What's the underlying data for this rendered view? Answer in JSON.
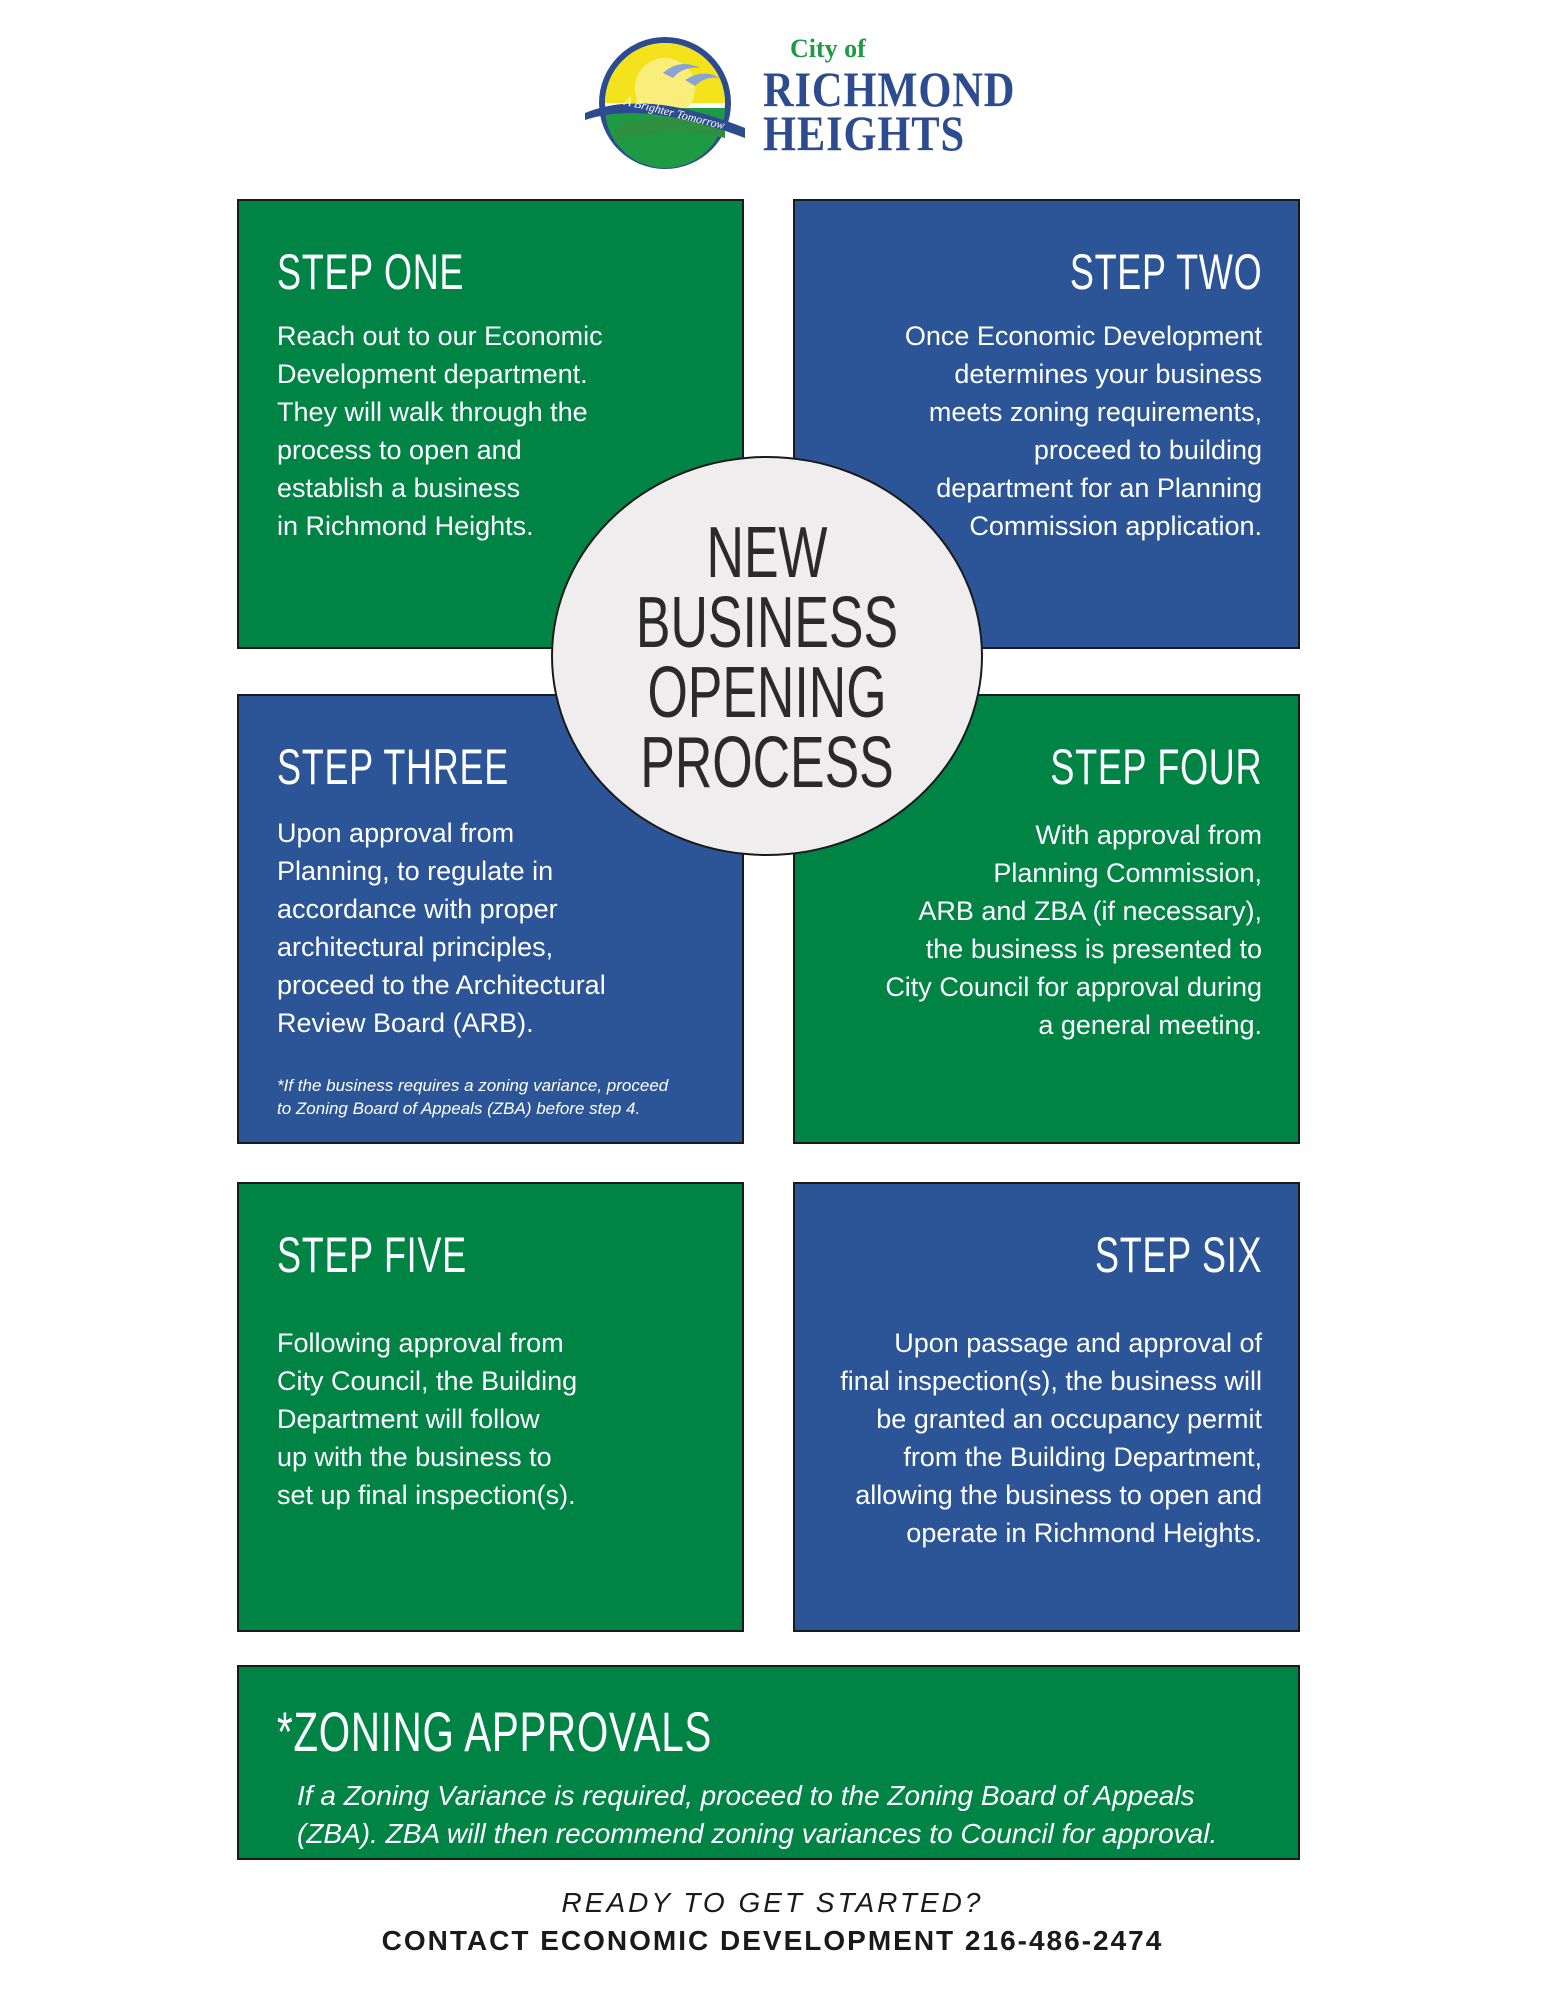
{
  "logo": {
    "city_of": "City of",
    "name_line1": "RICHMOND",
    "name_line2": "HEIGHTS",
    "tagline": "A Brighter Tomorrow"
  },
  "center": {
    "title": "NEW\nBUSINESS\nOPENING\nPROCESS"
  },
  "steps": [
    {
      "title": "STEP ONE",
      "body": "Reach out to our Economic\nDevelopment department.\nThey will walk through the\nprocess to open and\nestablish a business\nin Richmond Heights."
    },
    {
      "title": "STEP TWO",
      "body": "Once Economic Development\ndetermines your business\nmeets zoning requirements,\nproceed to building\ndepartment for an Planning\nCommission application."
    },
    {
      "title": "STEP THREE",
      "body": "Upon approval from\nPlanning, to regulate in\naccordance with proper\narchitectural principles,\nproceed to the Architectural\nReview Board (ARB).",
      "note": "*If the business requires a zoning variance, proceed\nto Zoning Board of Appeals (ZBA) before step 4."
    },
    {
      "title": "STEP FOUR",
      "body": "With approval from\nPlanning Commission,\nARB and ZBA (if necessary),\nthe business is presented to\nCity Council for approval during\na general meeting."
    },
    {
      "title": "STEP FIVE",
      "body": "Following approval from\nCity Council, the Building\nDepartment will follow\nup with the business to\nset up final inspection(s)."
    },
    {
      "title": "STEP SIX",
      "body": "Upon passage and approval of\nfinal inspection(s), the business will\nbe granted an occupancy permit\nfrom the Building Department,\nallowing the business to open and\noperate in Richmond Heights."
    }
  ],
  "zoning": {
    "title": "*ZONING APPROVALS",
    "body": "If a Zoning Variance is required, proceed to the Zoning Board of Appeals\n(ZBA). ZBA will then recommend zoning variances to Council for approval."
  },
  "cta": {
    "line1": "READY TO GET STARTED?",
    "line2": "CONTACT ECONOMIC DEVELOPMENT 216-486-2474"
  },
  "colors": {
    "green": "#008445",
    "blue": "#2c5597",
    "circle": "#efeded"
  }
}
